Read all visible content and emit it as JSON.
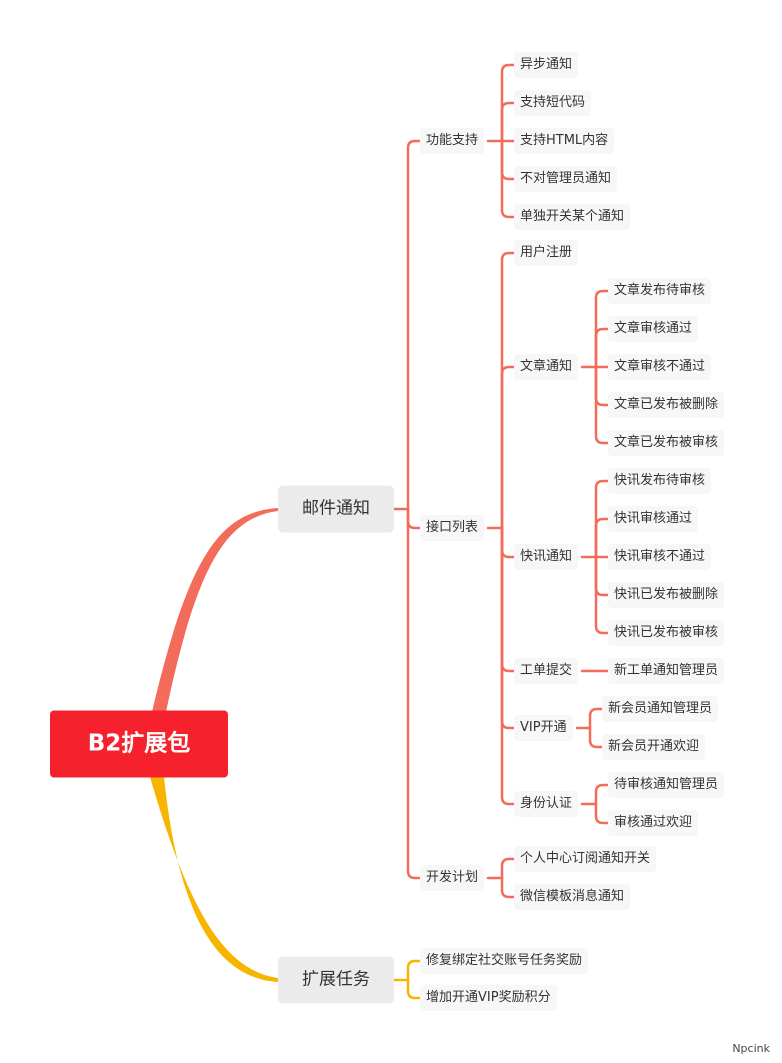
{
  "mindmap": {
    "root": "B2扩展包",
    "branches": [
      {
        "label": "邮件通知",
        "children": [
          {
            "label": "功能支持",
            "children": [
              {
                "label": "异步通知"
              },
              {
                "label": "支持短代码"
              },
              {
                "label": "支持HTML内容"
              },
              {
                "label": "不对管理员通知"
              },
              {
                "label": "单独开关某个通知"
              }
            ]
          },
          {
            "label": "接口列表",
            "children": [
              {
                "label": "用户注册"
              },
              {
                "label": "文章通知",
                "children": [
                  {
                    "label": "文章发布待审核"
                  },
                  {
                    "label": "文章审核通过"
                  },
                  {
                    "label": "文章审核不通过"
                  },
                  {
                    "label": "文章已发布被删除"
                  },
                  {
                    "label": "文章已发布被审核"
                  }
                ]
              },
              {
                "label": "快讯通知",
                "children": [
                  {
                    "label": "快讯发布待审核"
                  },
                  {
                    "label": "快讯审核通过"
                  },
                  {
                    "label": "快讯审核不通过"
                  },
                  {
                    "label": "快讯已发布被删除"
                  },
                  {
                    "label": "快讯已发布被审核"
                  }
                ]
              },
              {
                "label": "工单提交",
                "children": [
                  {
                    "label": "新工单通知管理员"
                  }
                ]
              },
              {
                "label": "VIP开通",
                "children": [
                  {
                    "label": "新会员通知管理员"
                  },
                  {
                    "label": "新会员开通欢迎"
                  }
                ]
              },
              {
                "label": "身份认证",
                "children": [
                  {
                    "label": "待审核通知管理员"
                  },
                  {
                    "label": "审核通过欢迎"
                  }
                ]
              }
            ]
          },
          {
            "label": "开发计划",
            "children": [
              {
                "label": "个人中心订阅通知开关"
              },
              {
                "label": "微信模板消息通知"
              }
            ]
          }
        ]
      },
      {
        "label": "扩展任务",
        "children": [
          {
            "label": "修复绑定社交账号任务奖励"
          },
          {
            "label": "增加开通VIP奖励积分"
          }
        ]
      }
    ]
  },
  "colors": {
    "root_fill": "#f5222d",
    "branch_mail": "#f26b5b",
    "branch_task": "#f7b500",
    "node_fill": "#ebebeb",
    "leaf_fill": "#f7f7f7"
  },
  "watermark": "Npcink"
}
